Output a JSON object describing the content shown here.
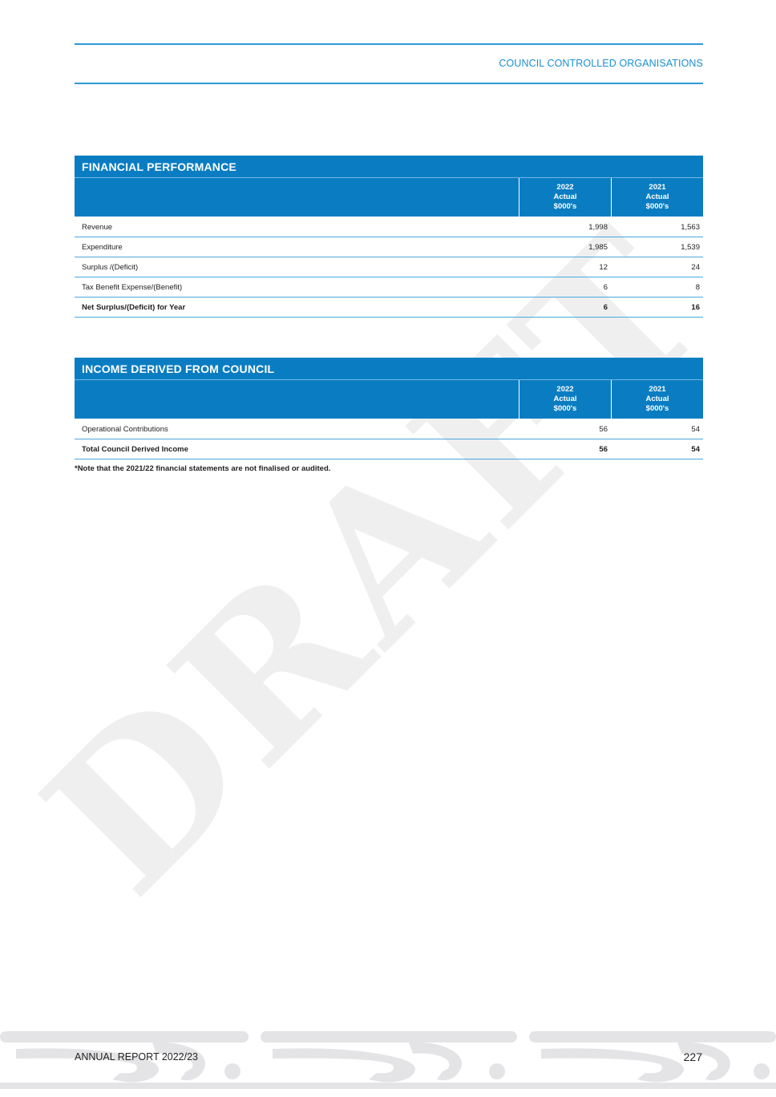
{
  "header": {
    "section": "COUNCIL CONTROLLED ORGANISATIONS"
  },
  "watermark": "DRAFT",
  "financial_performance": {
    "title": "FINANCIAL PERFORMANCE",
    "columns": [
      {
        "year": "2022",
        "kind": "Actual",
        "unit": "$000's"
      },
      {
        "year": "2021",
        "kind": "Actual",
        "unit": "$000's"
      }
    ],
    "rows": [
      {
        "label": "Revenue",
        "v2022": "1,998",
        "v2021": "1,563"
      },
      {
        "label": "Expenditure",
        "v2022": "1,985",
        "v2021": "1,539"
      },
      {
        "label": "Surplus /(Deficit)",
        "v2022": "12",
        "v2021": "24"
      },
      {
        "label": "Tax Benefit Expense/(Benefit)",
        "v2022": "6",
        "v2021": "8"
      },
      {
        "label": "Net Surplus/(Deficit) for Year",
        "v2022": "6",
        "v2021": "16"
      }
    ]
  },
  "income_from_council": {
    "title": "INCOME DERIVED FROM COUNCIL",
    "columns": [
      {
        "year": "2022",
        "kind": "Actual",
        "unit": "$000's"
      },
      {
        "year": "2021",
        "kind": "Actual",
        "unit": "$000's"
      }
    ],
    "rows": [
      {
        "label": "Operational Contributions",
        "v2022": "56",
        "v2021": "54"
      },
      {
        "label": "Total Council Derived Income",
        "v2022": "56",
        "v2021": "54"
      }
    ]
  },
  "note": "*Note that the 2021/22 financial statements are not finalised or audited.",
  "footer": {
    "report": "ANNUAL REPORT 2022/23",
    "page": "227"
  }
}
